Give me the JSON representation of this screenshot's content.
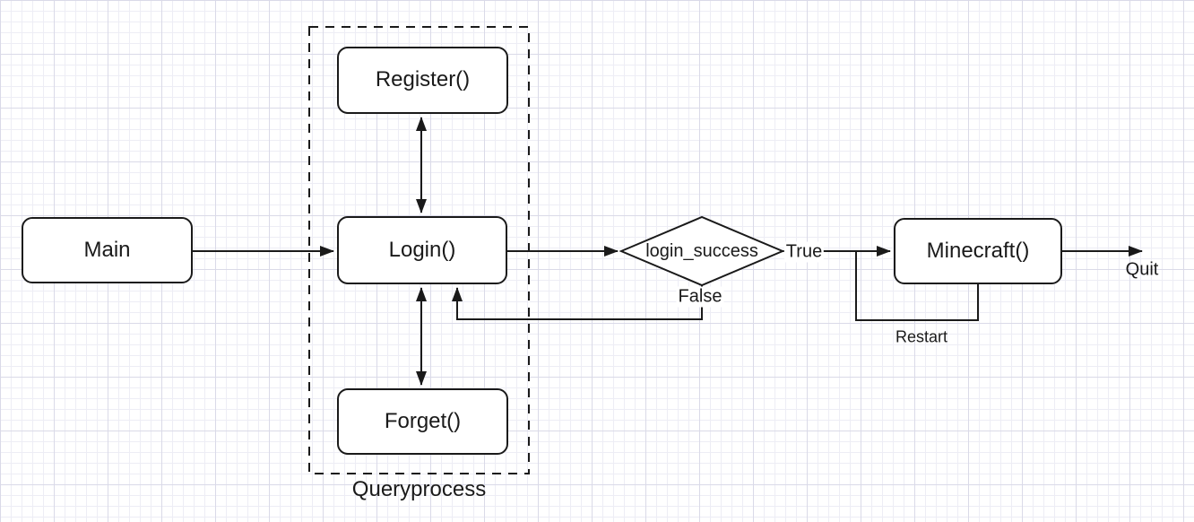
{
  "flowchart": {
    "nodes": {
      "main": {
        "label": "Main",
        "shape": "rounded-rect"
      },
      "register": {
        "label": "Register()",
        "shape": "rounded-rect"
      },
      "login": {
        "label": "Login()",
        "shape": "rounded-rect"
      },
      "forget": {
        "label": "Forget()",
        "shape": "rounded-rect"
      },
      "minecraft": {
        "label": "Minecraft()",
        "shape": "rounded-rect"
      },
      "decision": {
        "label": "login_success",
        "shape": "diamond"
      }
    },
    "group": {
      "label": "Queryprocess"
    },
    "edge_labels": {
      "true": "True",
      "false": "False",
      "quit": "Quit",
      "restart": "Restart"
    },
    "edges": [
      {
        "from": "main",
        "to": "login",
        "arrow": "end"
      },
      {
        "from": "register",
        "to": "login",
        "arrow": "both"
      },
      {
        "from": "login",
        "to": "forget",
        "arrow": "both"
      },
      {
        "from": "login",
        "to": "decision",
        "arrow": "end"
      },
      {
        "from": "decision",
        "to": "minecraft",
        "label": "True",
        "arrow": "end"
      },
      {
        "from": "minecraft",
        "to": "quit-exit",
        "label": "Quit",
        "arrow": "end"
      },
      {
        "from": "decision",
        "to": "login",
        "label": "False",
        "arrow": "end"
      },
      {
        "from": "minecraft",
        "to": "minecraft",
        "label": "Restart",
        "arrow": "none"
      }
    ],
    "colors": {
      "stroke": "#1a1a1a",
      "node_fill": "#ffffff",
      "background": "#ffffff",
      "grid_minor": "#ededf5",
      "grid_major": "#dadae8"
    }
  }
}
